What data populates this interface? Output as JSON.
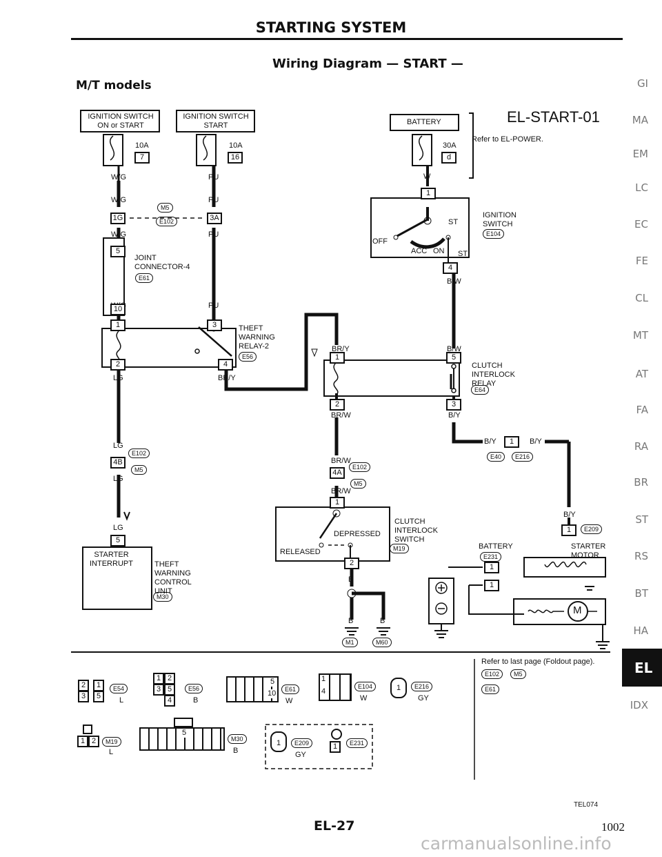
{
  "header": {
    "section_title": "STARTING SYSTEM",
    "diagram_title": "Wiring Diagram — START —",
    "model": "M/T models"
  },
  "diagram_code": "EL-START-01",
  "refer_power": "Refer to EL-POWER.",
  "fuses": {
    "ign_on": {
      "label_line1": "IGNITION SWITCH",
      "label_line2": "ON or START",
      "amp": "10A",
      "num": "7"
    },
    "ign_start": {
      "label_line1": "IGNITION SWITCH",
      "label_line2": "START",
      "amp": "10A",
      "num": "16"
    },
    "battery": {
      "label": "BATTERY",
      "amp": "30A",
      "num": "d"
    }
  },
  "wires": {
    "wg": "W/G",
    "pu": "PU",
    "lg": "LG",
    "bry": "BR/Y",
    "brw": "BR/W",
    "bw": "B/W",
    "by": "B/Y",
    "w": "W",
    "b": "B"
  },
  "connectors": {
    "m5": "M5",
    "e102": "E102",
    "e61": "E61",
    "e104": "E104",
    "e56": "E56",
    "e64": "E64",
    "e40": "E40",
    "e216": "E216",
    "m19": "M19",
    "e209": "E209",
    "e231": "E231",
    "m30": "M30",
    "m1": "M1",
    "m60": "M60",
    "e54": "E54"
  },
  "pins": {
    "p1g": "1G",
    "p3a": "3A",
    "p5": "5",
    "p10": "10",
    "p1": "1",
    "p3": "3",
    "p2": "2",
    "p4": "4",
    "p4b": "4B",
    "p4a": "4A"
  },
  "components": {
    "joint_connector": [
      "JOINT",
      "CONNECTOR-4"
    ],
    "theft_relay": [
      "THEFT",
      "WARNING",
      "RELAY-2"
    ],
    "ignition_switch": [
      "IGNITION",
      "SWITCH"
    ],
    "ign_positions": {
      "off": "OFF",
      "acc": "ACC",
      "on": "ON",
      "st": "ST"
    },
    "clutch_relay": [
      "CLUTCH",
      "INTERLOCK",
      "RELAY"
    ],
    "clutch_switch": [
      "CLUTCH",
      "INTERLOCK",
      "SWITCH"
    ],
    "switch_states": {
      "depressed": "DEPRESSED",
      "released": "RELEASED"
    },
    "starter_interrupt": [
      "STARTER",
      "INTERRUPT"
    ],
    "theft_unit": [
      "THEFT",
      "WARNING",
      "CONTROL",
      "UNIT"
    ],
    "battery": "BATTERY",
    "starter_motor": [
      "STARTER",
      "MOTOR"
    ],
    "motor_symbol": "M"
  },
  "connector_views": {
    "c_e54": {
      "name": "E54",
      "color": "L",
      "pins": [
        "2",
        "1",
        "3",
        "5"
      ]
    },
    "c_e56": {
      "name": "E56",
      "color": "B",
      "pins": [
        "1",
        "2",
        "3",
        "5",
        "4"
      ]
    },
    "c_e61": {
      "name": "E61",
      "color": "W",
      "pins": [
        "5",
        "10"
      ]
    },
    "c_e104": {
      "name": "E104",
      "color": "W",
      "pins": [
        "1",
        "4"
      ]
    },
    "c_e216": {
      "name": "E216",
      "color": "GY",
      "pins": [
        "1"
      ]
    },
    "c_m19": {
      "name": "M19",
      "color": "L",
      "pins": [
        "1",
        "2"
      ]
    },
    "c_m30": {
      "name": "M30",
      "color": "B",
      "pins": [
        "5"
      ]
    },
    "c_e209": {
      "name": "E209",
      "color": "GY",
      "pins": [
        "1"
      ]
    },
    "c_e231": {
      "name": "E231",
      "pins": [
        "1"
      ]
    }
  },
  "foldout_note": "Refer to last page (Foldout page).",
  "foldout_refs": [
    "E102",
    "M5",
    "E61"
  ],
  "sidebar": [
    "GI",
    "MA",
    "EM",
    "LC",
    "EC",
    "FE",
    "CL",
    "MT",
    "AT",
    "FA",
    "RA",
    "BR",
    "ST",
    "RS",
    "BT",
    "HA",
    "EL",
    "IDX"
  ],
  "active_section": "EL",
  "footer": {
    "page_code": "EL-27",
    "page_number": "1002",
    "figure_code": "TEL074",
    "watermark": "carmanualsonline.info"
  }
}
